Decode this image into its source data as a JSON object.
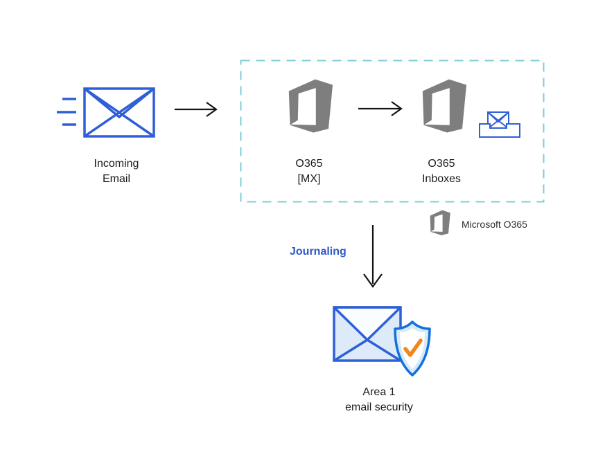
{
  "nodes": {
    "incoming_email": {
      "line1": "Incoming",
      "line2": "Email"
    },
    "o365_mx": {
      "line1": "O365",
      "line2": "[MX]"
    },
    "o365_inboxes": {
      "line1": "O365",
      "line2": "Inboxes"
    },
    "area1": {
      "line1": "Area 1",
      "line2": "email security"
    }
  },
  "labels": {
    "journaling": "Journaling"
  },
  "legend": {
    "microsoft_o365": "Microsoft O365"
  },
  "icons": {
    "incoming_email": "envelope-with-motion-lines",
    "arrow_right": "black-right-arrow",
    "o365_logo": "microsoft-office-365-logo",
    "inbox": "envelope-in-tray",
    "legend_logo": "microsoft-office-365-logo-small",
    "arrow_down": "black-down-arrow",
    "area1": "envelope-with-shield-checkmark"
  },
  "colors": {
    "icon_blue": "#2f5fd7",
    "journaling_blue": "#2e59c9",
    "o365_gray": "#7e7e7e",
    "dash_teal": "#7cceda",
    "arrow_black": "#141414",
    "env_fill": "#dcebf7",
    "flap_fill": "#fafdff",
    "shield_fill": "#d6eaf8",
    "shield_stroke": "#1270dc",
    "check_orange": "#f0861c",
    "label_text": "#1b1b1b"
  }
}
